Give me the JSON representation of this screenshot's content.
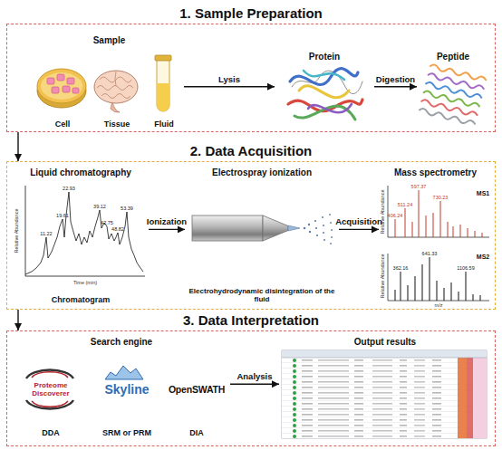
{
  "diagram": {
    "nodes": [
      {
        "text": [
          "1. Sample Preparation"
        ]
      },
      {
        "text": [
          "Sample"
        ],
        "in": 0
      },
      {
        "text": [
          "Cell"
        ],
        "in": 1
      },
      {
        "text": [
          "Tissue"
        ],
        "in": 1
      },
      {
        "text": [
          "Fluid"
        ],
        "in": 1
      },
      {
        "text": [
          "Protein"
        ],
        "in": 0
      },
      {
        "text": [
          "Peptide"
        ],
        "in": 0
      },
      {
        "text": [
          "2. Data Acquisition"
        ]
      },
      {
        "text": [
          "Liquid chromatography",
          "Chromatogram"
        ],
        "in": 7
      },
      {
        "text": [
          "Electrospray ionization",
          "Electrohydrodynamic disintegration of the fluid"
        ],
        "in": 7
      },
      {
        "text": [
          "Mass spectrometry"
        ],
        "in": 7
      },
      {
        "text": [
          "3. Data Interpretation"
        ]
      },
      {
        "text": [
          "Search engine"
        ],
        "in": 11
      },
      {
        "text": [
          "Proteome Discoverer",
          "DDA"
        ],
        "in": 12
      },
      {
        "text": [
          "Skyline",
          "SRM or PRM"
        ],
        "in": 12
      },
      {
        "text": [
          "OpenSWATH",
          "DIA"
        ],
        "in": 12
      },
      {
        "text": [
          "Output results"
        ],
        "in": 11
      }
    ],
    "edges": [
      {
        "from": 1,
        "to": 5,
        "label": "Lysis",
        "arrow": "to"
      },
      {
        "from": 5,
        "to": 6,
        "label": "Digestion",
        "arrow": "to"
      },
      {
        "from": 0,
        "to": 7,
        "arrow": "to"
      },
      {
        "from": 8,
        "to": 9,
        "label": "Ionization",
        "arrow": "to"
      },
      {
        "from": 9,
        "to": 10,
        "label": "Acquisition",
        "arrow": "to"
      },
      {
        "from": 7,
        "to": 11,
        "arrow": "to"
      },
      {
        "from": 12,
        "to": 16,
        "label": "Analysis",
        "arrow": "to"
      }
    ],
    "labels": [
      "Relative Abundance",
      "Time (min)",
      "22.93",
      "11.22",
      "19.61",
      "39.12",
      "42.75",
      "48.82",
      "53.39",
      "MS1",
      "597.37",
      "511.24",
      "730.23",
      "406.24",
      "Relative Abundance",
      "MS2",
      "641.33",
      "362.16",
      "1106.59",
      "Relative Abundance",
      "m/z"
    ]
  }
}
